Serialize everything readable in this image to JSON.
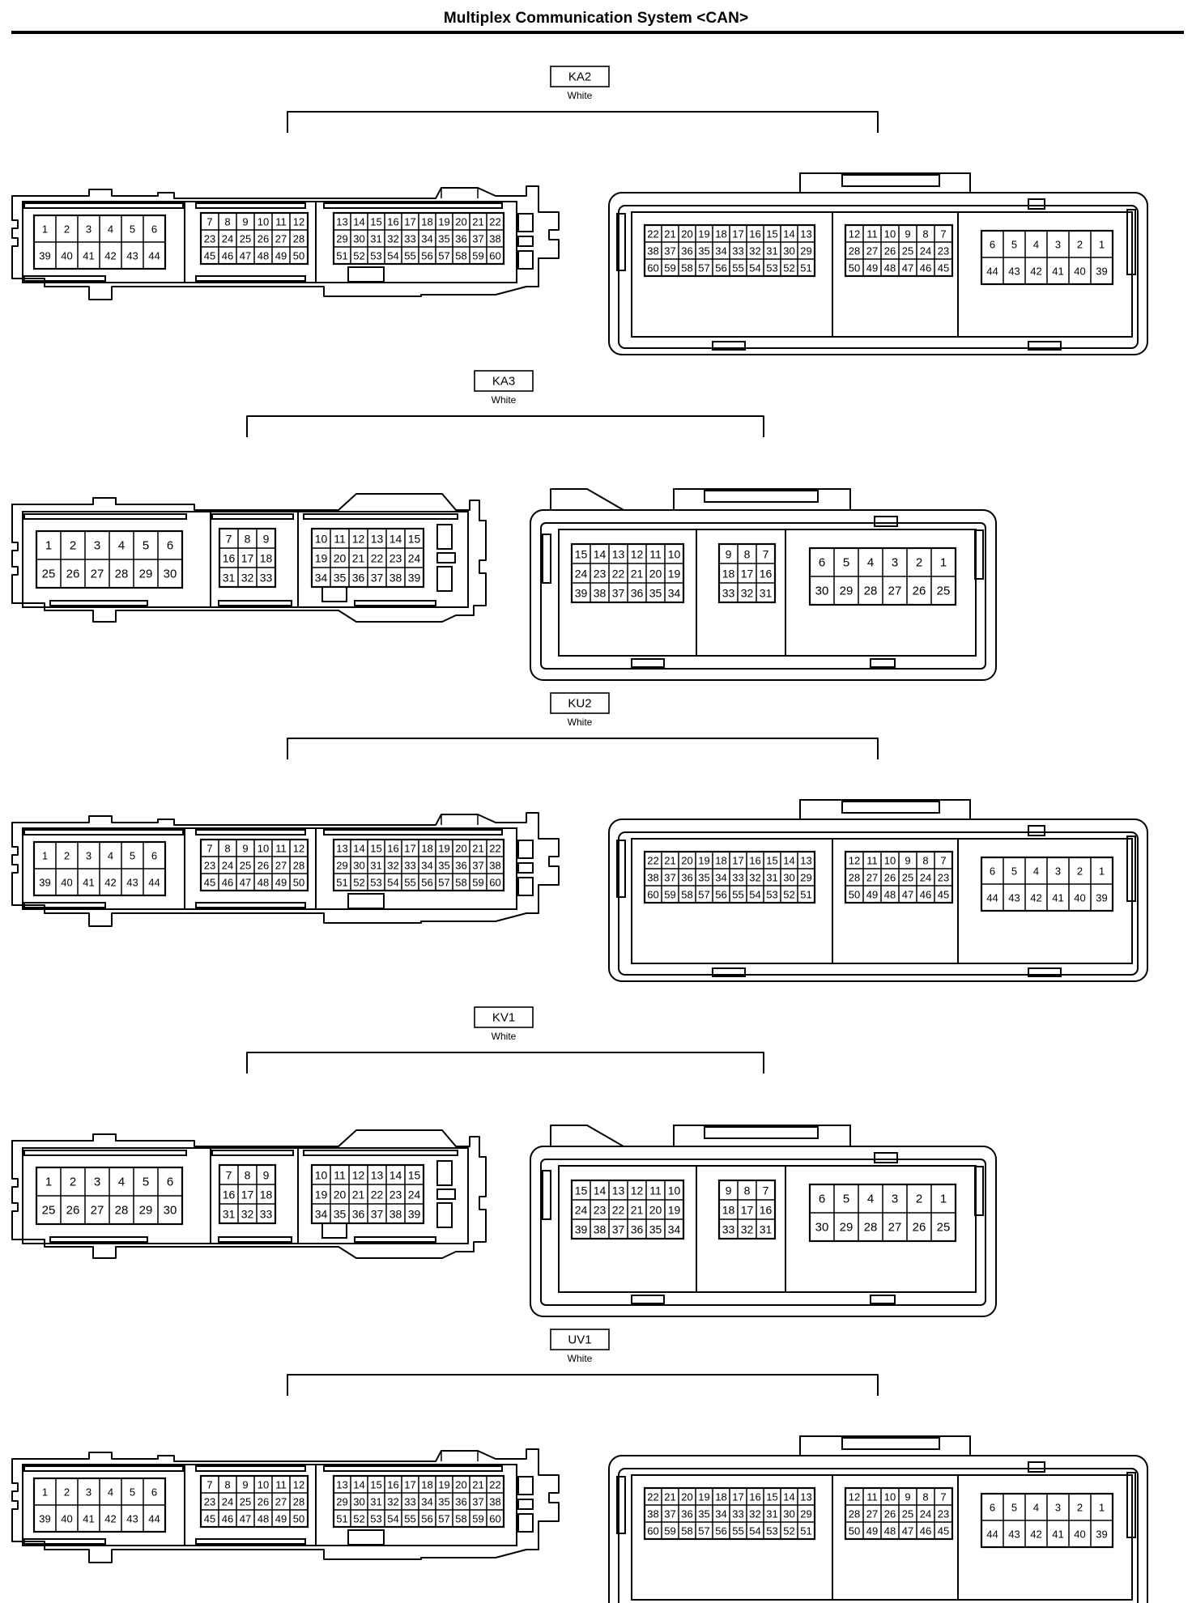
{
  "title": "Multiplex Communication System <CAN>",
  "connectors": [
    {
      "id": "KA2",
      "color": "White",
      "type": "A",
      "male": {
        "blocks": [
          [
            [
              "1",
              "2",
              "3",
              "4",
              "5",
              "6"
            ],
            [
              "39",
              "40",
              "41",
              "42",
              "43",
              "44"
            ]
          ],
          [
            [
              "7",
              "8",
              "9",
              "10",
              "11",
              "12"
            ],
            [
              "23",
              "24",
              "25",
              "26",
              "27",
              "28"
            ],
            [
              "45",
              "46",
              "47",
              "48",
              "49",
              "50"
            ]
          ],
          [
            [
              "13",
              "14",
              "15",
              "16",
              "17",
              "18",
              "19",
              "20",
              "21",
              "22"
            ],
            [
              "29",
              "30",
              "31",
              "32",
              "33",
              "34",
              "35",
              "36",
              "37",
              "38"
            ],
            [
              "51",
              "52",
              "53",
              "54",
              "55",
              "56",
              "57",
              "58",
              "59",
              "60"
            ]
          ]
        ]
      },
      "female": {
        "blocks": [
          [
            [
              "22",
              "21",
              "20",
              "19",
              "18",
              "17",
              "16",
              "15",
              "14",
              "13"
            ],
            [
              "38",
              "37",
              "36",
              "35",
              "34",
              "33",
              "32",
              "31",
              "30",
              "29"
            ],
            [
              "60",
              "59",
              "58",
              "57",
              "56",
              "55",
              "54",
              "53",
              "52",
              "51"
            ]
          ],
          [
            [
              "12",
              "11",
              "10",
              "9",
              "8",
              "7"
            ],
            [
              "28",
              "27",
              "26",
              "25",
              "24",
              "23"
            ],
            [
              "50",
              "49",
              "48",
              "47",
              "46",
              "45"
            ]
          ],
          [
            [
              "6",
              "5",
              "4",
              "3",
              "2",
              "1"
            ],
            [
              "44",
              "43",
              "42",
              "41",
              "40",
              "39"
            ]
          ]
        ]
      }
    },
    {
      "id": "KA3",
      "color": "White",
      "type": "B",
      "male": {
        "blocks": [
          [
            [
              "1",
              "2",
              "3",
              "4",
              "5",
              "6"
            ],
            [
              "25",
              "26",
              "27",
              "28",
              "29",
              "30"
            ]
          ],
          [
            [
              "7",
              "8",
              "9"
            ],
            [
              "16",
              "17",
              "18"
            ],
            [
              "31",
              "32",
              "33"
            ]
          ],
          [
            [
              "10",
              "11",
              "12",
              "13",
              "14",
              "15"
            ],
            [
              "19",
              "20",
              "21",
              "22",
              "23",
              "24"
            ],
            [
              "34",
              "35",
              "36",
              "37",
              "38",
              "39"
            ]
          ]
        ]
      },
      "female": {
        "blocks": [
          [
            [
              "15",
              "14",
              "13",
              "12",
              "11",
              "10"
            ],
            [
              "24",
              "23",
              "22",
              "21",
              "20",
              "19"
            ],
            [
              "39",
              "38",
              "37",
              "36",
              "35",
              "34"
            ]
          ],
          [
            [
              "9",
              "8",
              "7"
            ],
            [
              "18",
              "17",
              "16"
            ],
            [
              "33",
              "32",
              "31"
            ]
          ],
          [
            [
              "6",
              "5",
              "4",
              "3",
              "2",
              "1"
            ],
            [
              "30",
              "29",
              "28",
              "27",
              "26",
              "25"
            ]
          ]
        ]
      }
    },
    {
      "id": "KU2",
      "color": "White",
      "type": "A",
      "male": {
        "blocks": [
          [
            [
              "1",
              "2",
              "3",
              "4",
              "5",
              "6"
            ],
            [
              "39",
              "40",
              "41",
              "42",
              "43",
              "44"
            ]
          ],
          [
            [
              "7",
              "8",
              "9",
              "10",
              "11",
              "12"
            ],
            [
              "23",
              "24",
              "25",
              "26",
              "27",
              "28"
            ],
            [
              "45",
              "46",
              "47",
              "48",
              "49",
              "50"
            ]
          ],
          [
            [
              "13",
              "14",
              "15",
              "16",
              "17",
              "18",
              "19",
              "20",
              "21",
              "22"
            ],
            [
              "29",
              "30",
              "31",
              "32",
              "33",
              "34",
              "35",
              "36",
              "37",
              "38"
            ],
            [
              "51",
              "52",
              "53",
              "54",
              "55",
              "56",
              "57",
              "58",
              "59",
              "60"
            ]
          ]
        ]
      },
      "female": {
        "blocks": [
          [
            [
              "22",
              "21",
              "20",
              "19",
              "18",
              "17",
              "16",
              "15",
              "14",
              "13"
            ],
            [
              "38",
              "37",
              "36",
              "35",
              "34",
              "33",
              "32",
              "31",
              "30",
              "29"
            ],
            [
              "60",
              "59",
              "58",
              "57",
              "56",
              "55",
              "54",
              "53",
              "52",
              "51"
            ]
          ],
          [
            [
              "12",
              "11",
              "10",
              "9",
              "8",
              "7"
            ],
            [
              "28",
              "27",
              "26",
              "25",
              "24",
              "23"
            ],
            [
              "50",
              "49",
              "48",
              "47",
              "46",
              "45"
            ]
          ],
          [
            [
              "6",
              "5",
              "4",
              "3",
              "2",
              "1"
            ],
            [
              "44",
              "43",
              "42",
              "41",
              "40",
              "39"
            ]
          ]
        ]
      }
    },
    {
      "id": "KV1",
      "color": "White",
      "type": "B",
      "male": {
        "blocks": [
          [
            [
              "1",
              "2",
              "3",
              "4",
              "5",
              "6"
            ],
            [
              "25",
              "26",
              "27",
              "28",
              "29",
              "30"
            ]
          ],
          [
            [
              "7",
              "8",
              "9"
            ],
            [
              "16",
              "17",
              "18"
            ],
            [
              "31",
              "32",
              "33"
            ]
          ],
          [
            [
              "10",
              "11",
              "12",
              "13",
              "14",
              "15"
            ],
            [
              "19",
              "20",
              "21",
              "22",
              "23",
              "24"
            ],
            [
              "34",
              "35",
              "36",
              "37",
              "38",
              "39"
            ]
          ]
        ]
      },
      "female": {
        "blocks": [
          [
            [
              "15",
              "14",
              "13",
              "12",
              "11",
              "10"
            ],
            [
              "24",
              "23",
              "22",
              "21",
              "20",
              "19"
            ],
            [
              "39",
              "38",
              "37",
              "36",
              "35",
              "34"
            ]
          ],
          [
            [
              "9",
              "8",
              "7"
            ],
            [
              "18",
              "17",
              "16"
            ],
            [
              "33",
              "32",
              "31"
            ]
          ],
          [
            [
              "6",
              "5",
              "4",
              "3",
              "2",
              "1"
            ],
            [
              "30",
              "29",
              "28",
              "27",
              "26",
              "25"
            ]
          ]
        ]
      }
    },
    {
      "id": "UV1",
      "color": "White",
      "type": "A",
      "male": {
        "blocks": [
          [
            [
              "1",
              "2",
              "3",
              "4",
              "5",
              "6"
            ],
            [
              "39",
              "40",
              "41",
              "42",
              "43",
              "44"
            ]
          ],
          [
            [
              "7",
              "8",
              "9",
              "10",
              "11",
              "12"
            ],
            [
              "23",
              "24",
              "25",
              "26",
              "27",
              "28"
            ],
            [
              "45",
              "46",
              "47",
              "48",
              "49",
              "50"
            ]
          ],
          [
            [
              "13",
              "14",
              "15",
              "16",
              "17",
              "18",
              "19",
              "20",
              "21",
              "22"
            ],
            [
              "29",
              "30",
              "31",
              "32",
              "33",
              "34",
              "35",
              "36",
              "37",
              "38"
            ],
            [
              "51",
              "52",
              "53",
              "54",
              "55",
              "56",
              "57",
              "58",
              "59",
              "60"
            ]
          ]
        ]
      },
      "female": {
        "blocks": [
          [
            [
              "22",
              "21",
              "20",
              "19",
              "18",
              "17",
              "16",
              "15",
              "14",
              "13"
            ],
            [
              "38",
              "37",
              "36",
              "35",
              "34",
              "33",
              "32",
              "31",
              "30",
              "29"
            ],
            [
              "60",
              "59",
              "58",
              "57",
              "56",
              "55",
              "54",
              "53",
              "52",
              "51"
            ]
          ],
          [
            [
              "12",
              "11",
              "10",
              "9",
              "8",
              "7"
            ],
            [
              "28",
              "27",
              "26",
              "25",
              "24",
              "23"
            ],
            [
              "50",
              "49",
              "48",
              "47",
              "46",
              "45"
            ]
          ],
          [
            [
              "6",
              "5",
              "4",
              "3",
              "2",
              "1"
            ],
            [
              "44",
              "43",
              "42",
              "41",
              "40",
              "39"
            ]
          ]
        ]
      }
    }
  ]
}
